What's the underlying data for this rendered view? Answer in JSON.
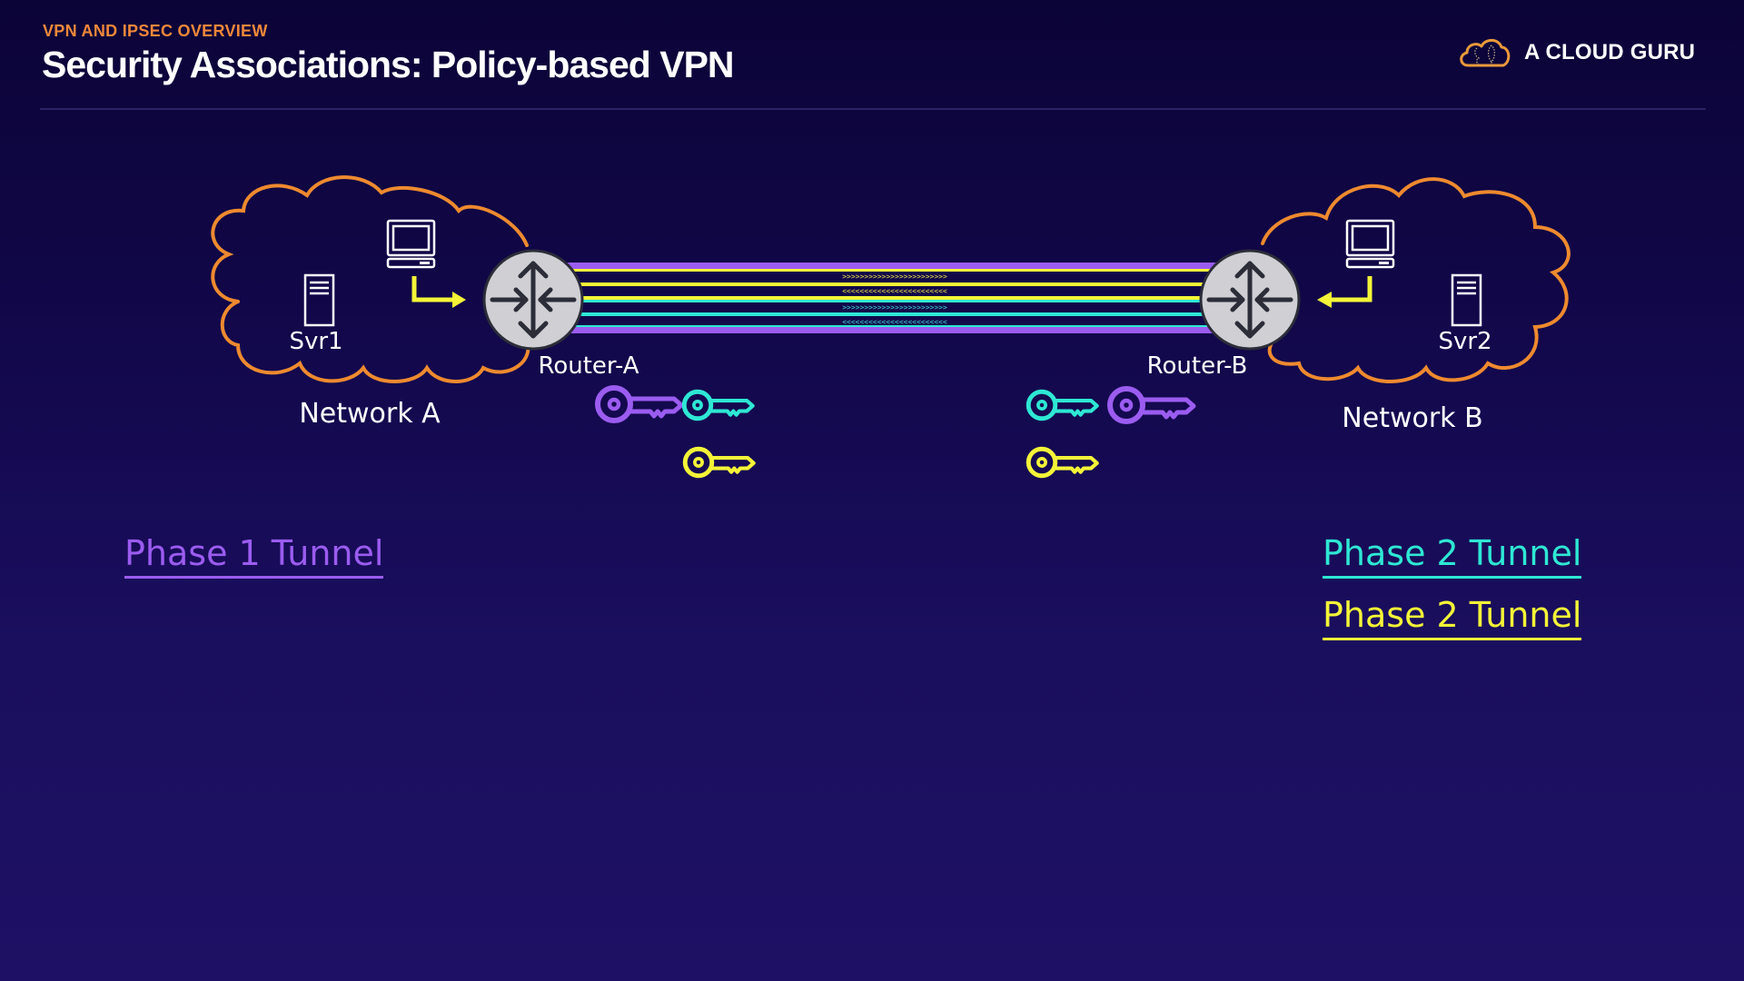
{
  "header": {
    "eyebrow": "VPN AND IPSEC OVERVIEW",
    "title": "Security Associations: Policy-based VPN"
  },
  "brand": {
    "logo_icon": "cloud-guru-icon",
    "name": "A CLOUD GURU"
  },
  "colors": {
    "background_top": "#0b0437",
    "background_bottom": "#1e1165",
    "eyebrow": "#f0883a",
    "cloud_outline": "#ee8a2f",
    "phase1": "#9b5cf0",
    "phase2_cyan": "#2ee8d4",
    "phase2_yellow": "#f4f538",
    "router_fill": "#cfcfd4",
    "router_glyph": "#2b2d38"
  },
  "diagram": {
    "network_a": {
      "label": "Network A",
      "server_label": "Svr1",
      "server_icon": "server-icon",
      "workstation_icon": "desktop-computer-icon",
      "flow_arrow": "arrow-right-icon"
    },
    "network_b": {
      "label": "Network B",
      "server_label": "Svr2",
      "server_icon": "server-icon",
      "workstation_icon": "desktop-computer-icon",
      "flow_arrow": "arrow-left-icon"
    },
    "router_a": {
      "label": "Router-A",
      "icon": "router-icon"
    },
    "router_b": {
      "label": "Router-B",
      "icon": "router-icon"
    },
    "tunnel": {
      "outer": "phase1",
      "inner_sas": [
        {
          "color": "phase2_yellow",
          "direction": "outbound",
          "chevrons": ">>>>>>>>>>>>>>>>>>>>>>>>"
        },
        {
          "color": "phase2_yellow",
          "direction": "inbound",
          "chevrons": "<<<<<<<<<<<<<<<<<<<<<<<<"
        },
        {
          "color": "phase2_cyan",
          "direction": "outbound",
          "chevrons": ">>>>>>>>>>>>>>>>>>>>>>>>"
        },
        {
          "color": "phase2_cyan",
          "direction": "inbound",
          "chevrons": "<<<<<<<<<<<<<<<<<<<<<<<<"
        }
      ]
    },
    "keys_router_a": [
      "phase1",
      "phase2_cyan",
      "phase2_yellow"
    ],
    "keys_router_b": [
      "phase2_cyan",
      "phase1",
      "phase2_yellow"
    ]
  },
  "legend": {
    "phase1": "Phase 1 Tunnel",
    "phase2_cyan": "Phase 2 Tunnel",
    "phase2_yellow": "Phase 2 Tunnel"
  }
}
